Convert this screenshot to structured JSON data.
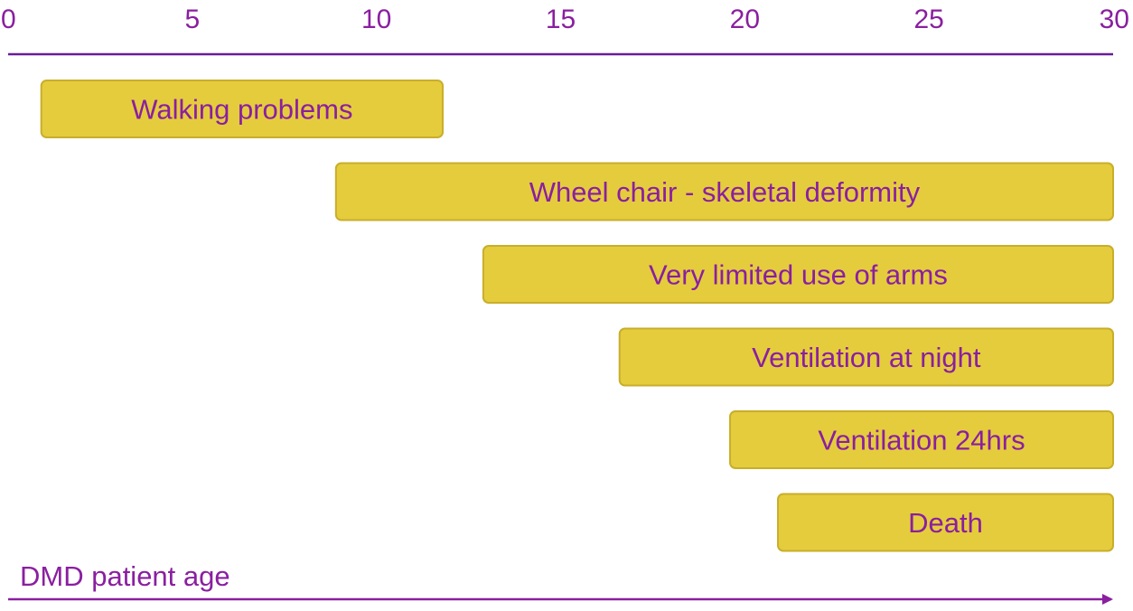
{
  "chart_data": {
    "type": "bar",
    "orientation": "horizontal-timeline",
    "xlabel": "DMD patient age",
    "xlim": [
      0,
      30
    ],
    "x_ticks": [
      0,
      5,
      10,
      15,
      20,
      25,
      30
    ],
    "grid": true,
    "tick_position": "top",
    "series": [
      {
        "label": "Walking problems",
        "start": 0.9,
        "end": 11.8
      },
      {
        "label": "Wheel chair - skeletal deformity",
        "start": 8.9,
        "end": 30
      },
      {
        "label": "Very limited use of arms",
        "start": 12.9,
        "end": 30
      },
      {
        "label": "Ventilation at night",
        "start": 16.6,
        "end": 30
      },
      {
        "label": "Ventilation 24hrs",
        "start": 19.6,
        "end": 30
      },
      {
        "label": "Death",
        "start": 20.9,
        "end": 30
      }
    ]
  },
  "colors": {
    "axis": "#6a1b9a",
    "grid": "#4a1166",
    "text": "#8a1fa0",
    "bar_fill": "#e5cc3d",
    "bar_stroke": "#c9ae2a"
  }
}
